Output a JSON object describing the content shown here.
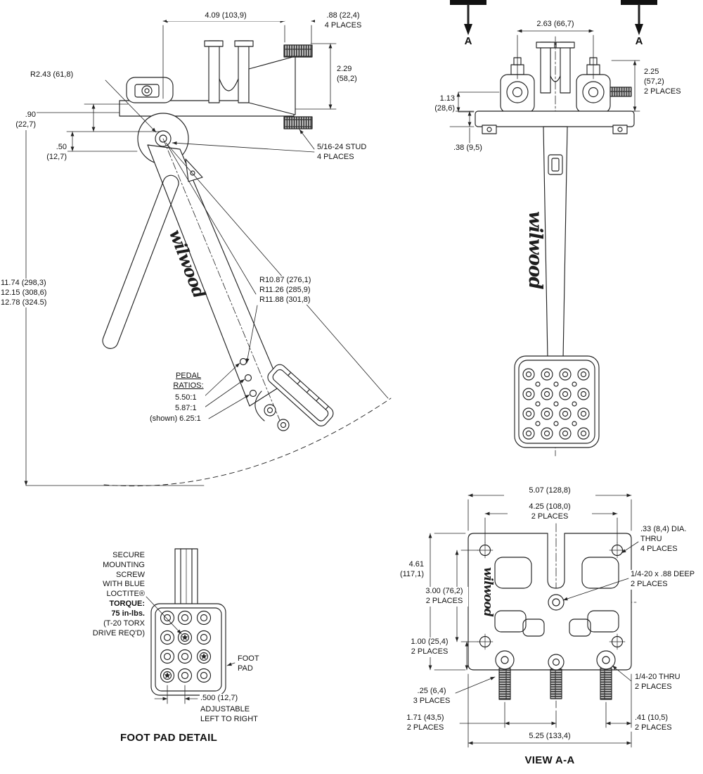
{
  "logo": "wilwood",
  "side_view": {
    "dim_top_width": "4.09 (103,9)",
    "dim_stud_spacing": ".88 (22,4)\n4 PLACES",
    "dim_bracket_height": "2.29\n(58,2)",
    "dim_pivot_radius": "R2.43 (61,8)",
    "dim_90": ".90\n(22,7)",
    "dim_50": ".50\n(12,7)",
    "stud_note": "5/16-24 STUD\n4 PLACES",
    "dim_lengths": "11.74 (298,3)\n12.15 (308,6)\n12.78 (324.5)",
    "dim_radii": "R10.87 (276,1)\nR11.26 (285,9)\nR11.88 (301,8)",
    "pedal_ratios_title": "PEDAL\nRATIOS:",
    "ratio_1": "5.50:1",
    "ratio_2": "5.87:1",
    "ratio_3": "(shown) 6.25:1"
  },
  "front_view": {
    "section_label_left": "A",
    "section_label_right": "A",
    "dim_pivot_spacing": "2.63 (66,7)",
    "dim_height": "2.25\n(57,2)\n2 PLACES",
    "dim_113": "1.13\n(28,6)",
    "dim_38": ".38 (9,5)"
  },
  "footpad_detail": {
    "note_top": "SECURE\nMOUNTING\nSCREW\nWITH BLUE\nLOCTITE®",
    "note_torque": "TORQUE:\n75 in-lbs.",
    "note_drive": "(T-20 TORX\nDRIVE REQ'D)",
    "foot_pad_label": "FOOT\nPAD",
    "dim_spacing": ".500 (12,7)",
    "adjust_note": "ADJUSTABLE\nLEFT TO RIGHT",
    "title": "FOOT PAD DETAIL"
  },
  "view_aa": {
    "dim_width_top": "5.07 (128,8)",
    "dim_hole_spacing_x": "4.25 (108,0)\n2 PLACES",
    "hole_note": ".33 (8,4) DIA.\nTHRU\n4 PLACES",
    "dim_height": "4.61\n(117,1)",
    "dim_hole_spacing_y": "3.00 (76,2)\n2 PLACES",
    "tap_note": "1/4-20 x .88 DEEP\n2 PLACES",
    "dim_100": "1.00 (25,4)\n2 PLACES",
    "dim_25": ".25 (6,4)\n3 PLACES",
    "thru_note": "1/4-20 THRU\n2 PLACES",
    "dim_stud_spacing": "1.71 (43,5)\n2 PLACES",
    "dim_41": ".41 (10,5)\n2 PLACES",
    "dim_width_bottom": "5.25 (133,4)",
    "title": "VIEW A-A"
  }
}
